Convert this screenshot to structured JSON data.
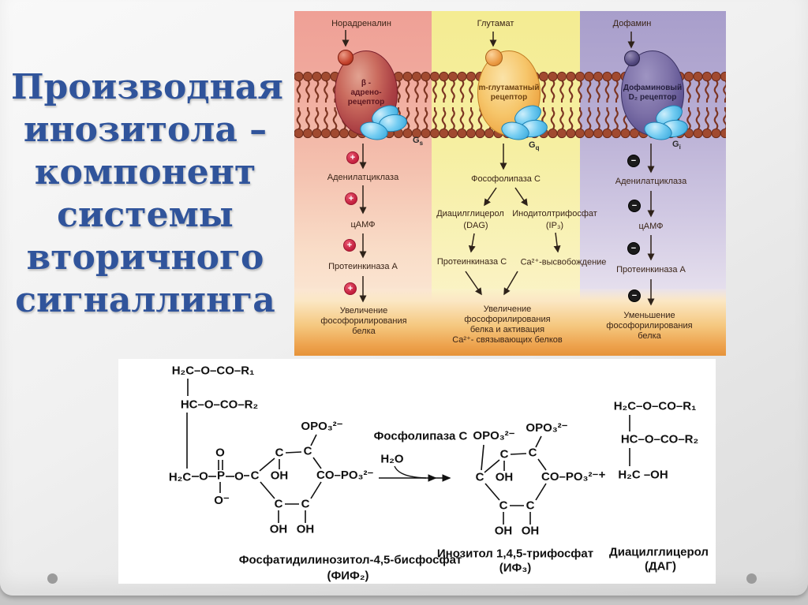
{
  "slide": {
    "title_lines": [
      "Производная",
      "инозитола –",
      "компонент",
      "системы",
      "вторичного",
      "сигналлинга"
    ],
    "title_color": "#30549b"
  },
  "pathway": {
    "panels": [
      {
        "ligand": "Норадреналин",
        "receptor_lines": [
          "β -",
          "адрено-",
          "рецептор"
        ],
        "g_base": "G",
        "g_sub": "s",
        "sign": "+",
        "steps": [
          "Аденилатциклаза",
          "цАМФ",
          "Протеинкиназа А"
        ],
        "outcome_lines": [
          "Увеличение",
          "фософорилирования",
          "белка"
        ]
      },
      {
        "ligand": "Глутамат",
        "receptor_lines": [
          "m-глутаматный",
          "рецептор"
        ],
        "g_base": "G",
        "g_sub": "q",
        "enzyme": "Фософолипаза C",
        "left_metabolite": [
          "Диацилглицерол",
          "(DAG)"
        ],
        "right_metabolite": [
          "Инодитолтрифосфат",
          "(IP₃)"
        ],
        "left_effector": "Протеинкиназа C",
        "right_effector": "Ca²⁺-высвобождение",
        "outcome_lines": [
          "Увеличение",
          "фософорилирования",
          "белка и активация",
          "Ca²⁺- связывающих белков"
        ]
      },
      {
        "ligand": "Дофамин",
        "receptor_lines": [
          "Дофаминовый",
          "D₂ рецептор"
        ],
        "g_base": "G",
        "g_sub": "i",
        "sign": "−",
        "steps": [
          "Аденилатциклаза",
          "цАМФ",
          "Протеинкиназа А"
        ],
        "outcome_lines": [
          "Уменьшение",
          "фософорилирования",
          "белка"
        ]
      }
    ]
  },
  "chemistry": {
    "pip2": {
      "row1": "H₂C–O–CO–R₁",
      "row2": "HC–O–CO–R₂",
      "ch2": "H₂C",
      "o1": "O",
      "p": "P",
      "o2": "O",
      "o_dbl": "O",
      "o_minus": "O⁻"
    },
    "ring": {
      "c": "C",
      "oh": "OH",
      "co_po3": "CO–PO₃²⁻",
      "opo3_top": "OPO₃²⁻",
      "opo3_left": "OPO₃²⁻"
    },
    "reaction": {
      "enzyme": "Фосфолипаза C",
      "water": "H₂O",
      "plus": "+"
    },
    "dag": {
      "row1": "H₂C–O–CO–R₁",
      "row2": "HC–O–CO–R₂",
      "row3": "H₂C –OH"
    },
    "labels": {
      "pip2_name": "Фосфатидилинозитол-4,5-бисфосфат",
      "pip2_abbr": "(ФИФ₂)",
      "ip3_name": "Инозитол 1,4,5-трифосфат",
      "ip3_abbr": "(ИФ₃)",
      "dag_name": "Диацилглицерол",
      "dag_abbr": "(ДАГ)"
    }
  }
}
